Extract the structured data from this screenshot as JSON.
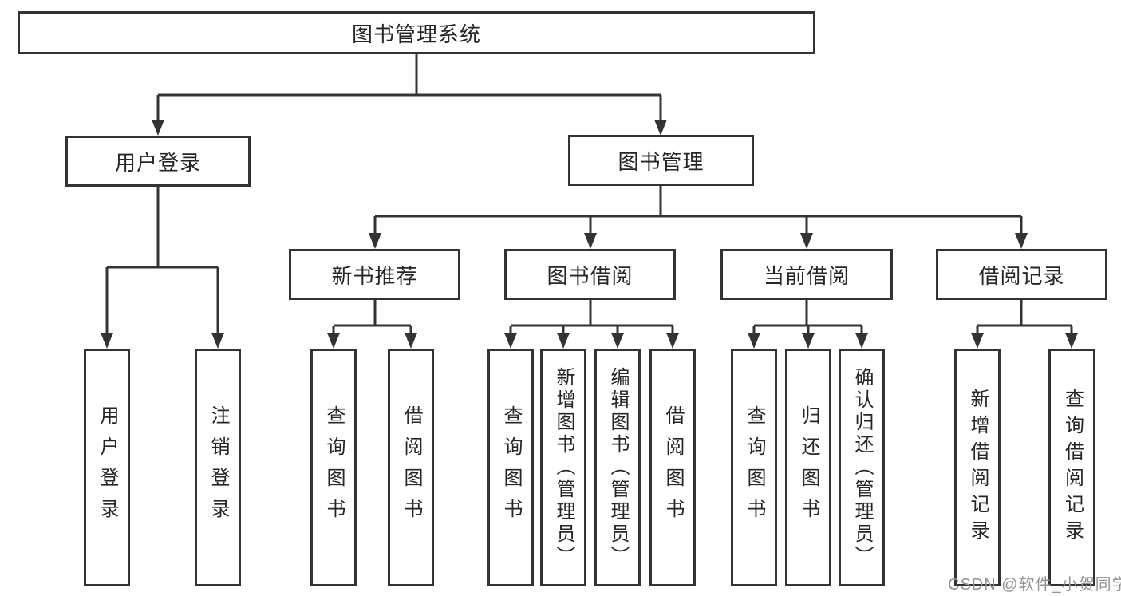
{
  "tree": {
    "label": "图书管理系统",
    "children": [
      {
        "label": "用户登录",
        "children": [
          {
            "label": "用户登录"
          },
          {
            "label": "注销登录"
          }
        ]
      },
      {
        "label": "图书管理",
        "children": [
          {
            "label": "新书推荐",
            "children": [
              {
                "label": "查询图书"
              },
              {
                "label": "借阅图书"
              }
            ]
          },
          {
            "label": "图书借阅",
            "children": [
              {
                "label": "查询图书"
              },
              {
                "label": "新增图书（管理员）"
              },
              {
                "label": "编辑图书（管理员）"
              },
              {
                "label": "借阅图书"
              }
            ]
          },
          {
            "label": "当前借阅",
            "children": [
              {
                "label": "查询图书"
              },
              {
                "label": "归还图书"
              },
              {
                "label": "确认归还（管理员）"
              }
            ]
          },
          {
            "label": "借阅记录",
            "children": [
              {
                "label": "新增借阅记录"
              },
              {
                "label": "查询借阅记录"
              }
            ]
          }
        ]
      }
    ]
  },
  "watermark": {
    "text": "CSDN @软件_小贺同学"
  },
  "colors": {
    "line": "#333333",
    "box_border": "#333333",
    "box_background": "#ffffff",
    "text": "#262626",
    "watermark_text": "#949494"
  }
}
